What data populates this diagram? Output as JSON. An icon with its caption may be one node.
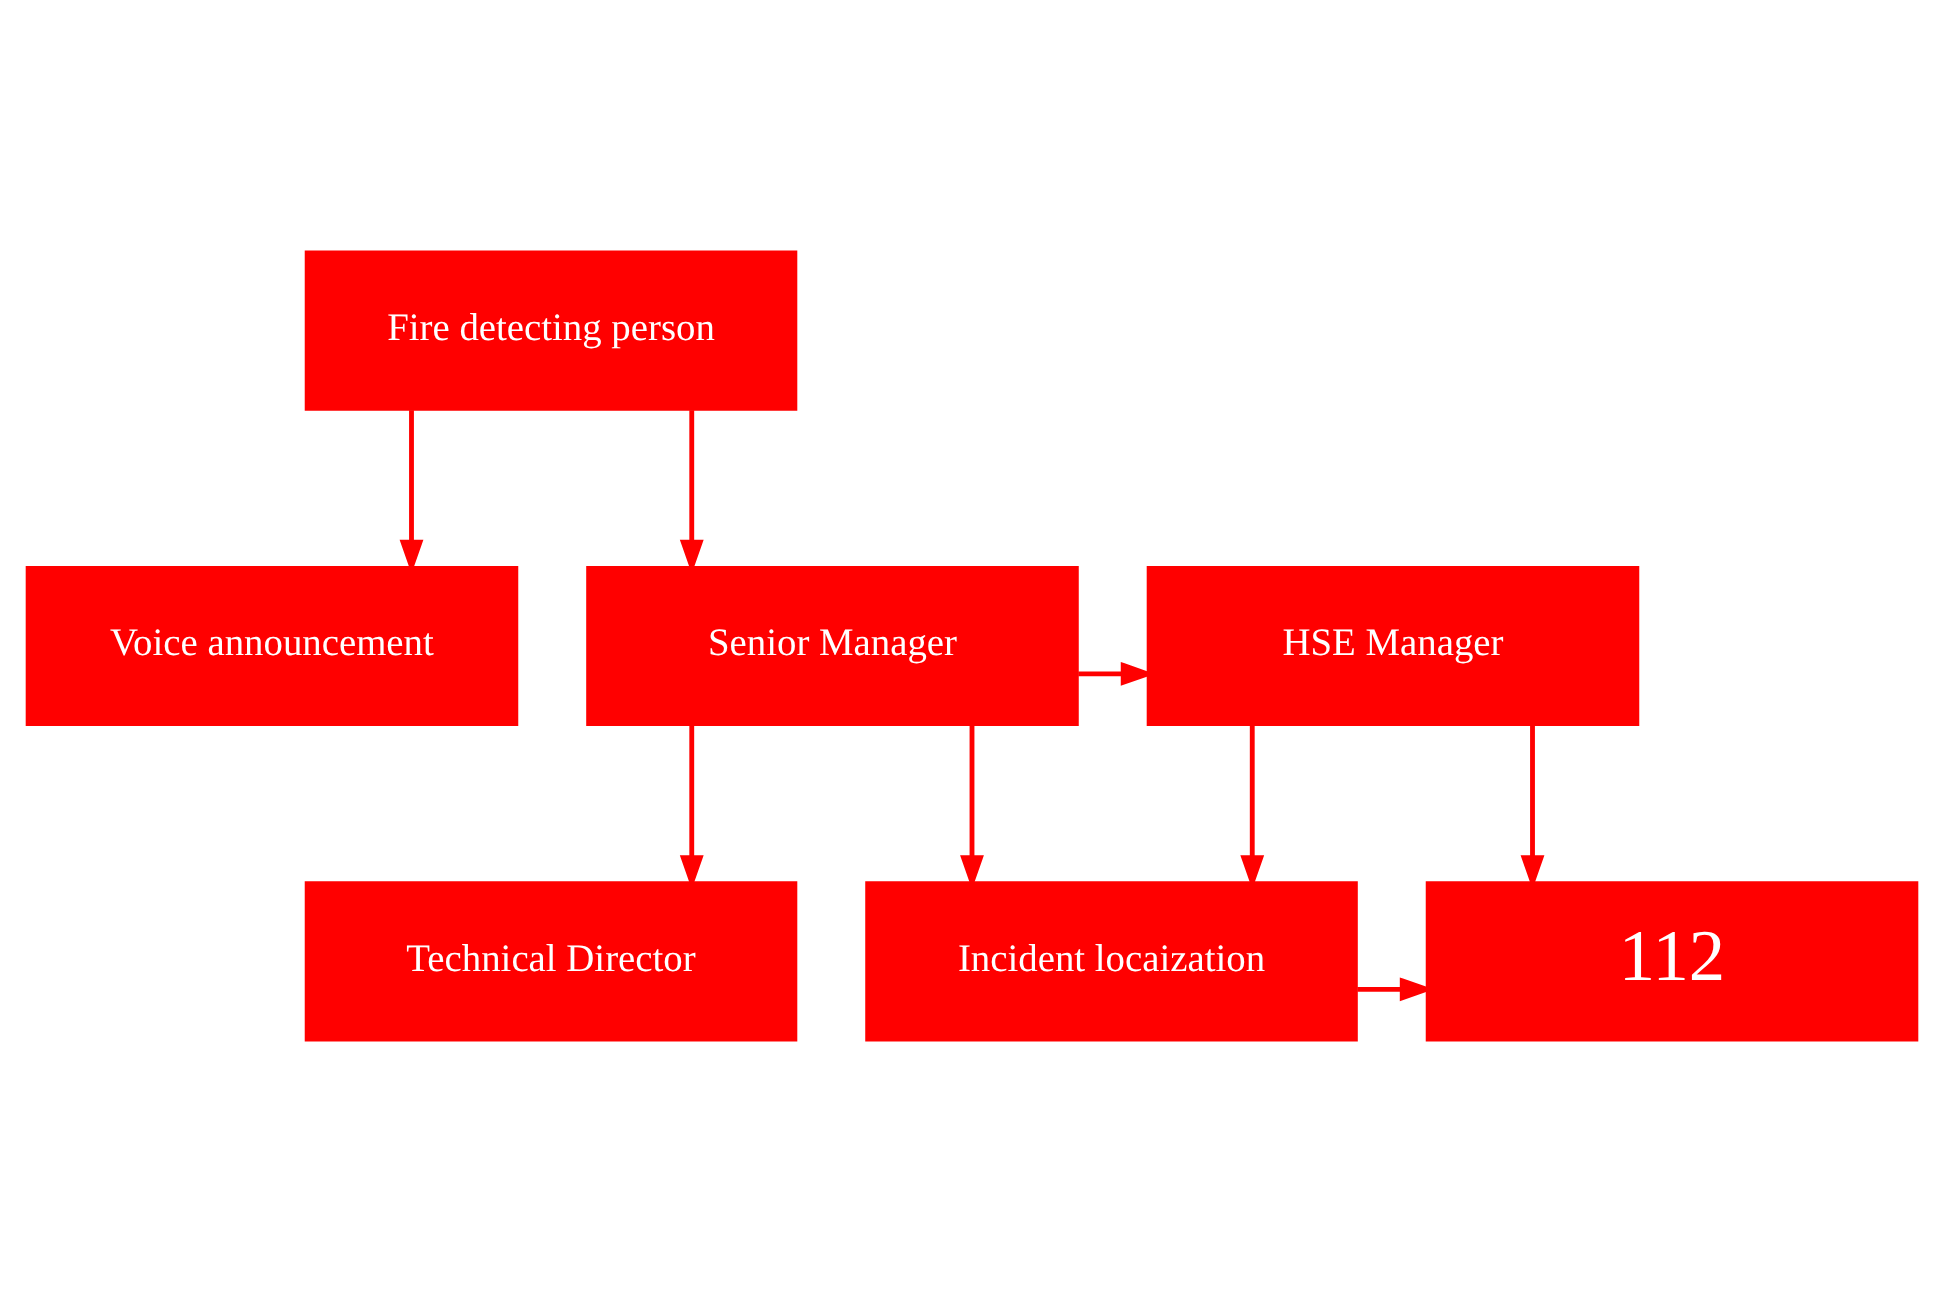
{
  "diagram": {
    "nodes": [
      {
        "text": [
          "Fire detecting person"
        ]
      },
      {
        "text": [
          "Voice announcement"
        ]
      },
      {
        "text": [
          "Senior Manager"
        ]
      },
      {
        "text": [
          "HSE Manager"
        ]
      },
      {
        "text": [
          "Technical Director"
        ]
      },
      {
        "text": [
          "Incident locaization"
        ]
      },
      {
        "text": [
          "112"
        ]
      }
    ],
    "edges": [
      {
        "from": 0,
        "to": 1,
        "arrow": "to"
      },
      {
        "from": 0,
        "to": 2,
        "arrow": "to"
      },
      {
        "from": 2,
        "to": 3,
        "arrow": "to"
      },
      {
        "from": 2,
        "to": 4,
        "arrow": "to"
      },
      {
        "from": 2,
        "to": 5,
        "arrow": "to"
      },
      {
        "from": 3,
        "to": 5,
        "arrow": "to"
      },
      {
        "from": 3,
        "to": 6,
        "arrow": "to"
      },
      {
        "from": 5,
        "to": 6,
        "arrow": "to"
      }
    ]
  }
}
